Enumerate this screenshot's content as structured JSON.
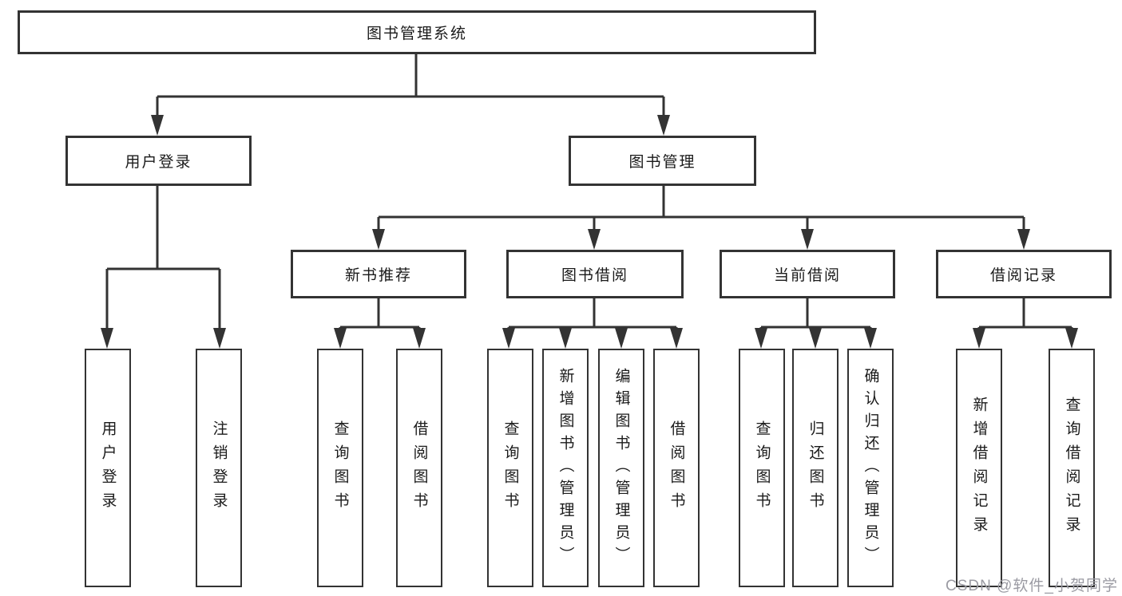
{
  "diagram": {
    "root": {
      "label": "图书管理系统"
    },
    "branches": [
      {
        "label": "用户登录",
        "children": [
          {
            "label": "用户登录"
          },
          {
            "label": "注销登录"
          }
        ]
      },
      {
        "label": "图书管理",
        "children": [
          {
            "label": "新书推荐",
            "children": [
              {
                "label": "查询图书"
              },
              {
                "label": "借阅图书"
              }
            ]
          },
          {
            "label": "图书借阅",
            "children": [
              {
                "label": "查询图书"
              },
              {
                "label": "新增图书（管理员）"
              },
              {
                "label": "编辑图书（管理员）"
              },
              {
                "label": "借阅图书"
              }
            ]
          },
          {
            "label": "当前借阅",
            "children": [
              {
                "label": "查询图书"
              },
              {
                "label": "归还图书"
              },
              {
                "label": "确认归还（管理员）"
              }
            ]
          },
          {
            "label": "借阅记录",
            "children": [
              {
                "label": "新增借阅记录"
              },
              {
                "label": "查询借阅记录"
              }
            ]
          }
        ]
      }
    ]
  },
  "watermark": "CSDN @软件_小贺同学",
  "colors": {
    "line": "#333333",
    "box_border": "#333333",
    "text": "#1a1a1a",
    "watermark": "#9b9ba3",
    "background": "#ffffff"
  }
}
